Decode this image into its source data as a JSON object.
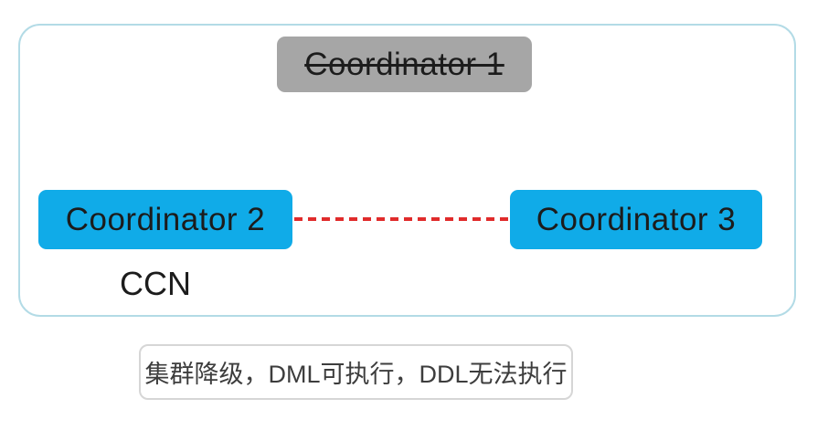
{
  "diagram": {
    "nodes": {
      "coordinator1": {
        "label": "Coordinator 1",
        "state": "failed",
        "color": "#a6a6a6",
        "text_style": "strikethrough"
      },
      "coordinator2": {
        "label": "Coordinator 2",
        "state": "active",
        "color": "#10abe8"
      },
      "coordinator3": {
        "label": "Coordinator 3",
        "state": "active",
        "color": "#10abe8"
      }
    },
    "ccn_label": "CCN",
    "link": {
      "between": [
        "Coordinator 2",
        "Coordinator 3"
      ],
      "style": "dashed",
      "color": "#e02b2b"
    },
    "caption": "集群降级，DML可执行，DDL无法执行"
  },
  "colors": {
    "container_border": "#b3dbe6",
    "node_active_bg": "#10abe8",
    "node_failed_bg": "#a6a6a6",
    "node_text": "#1c1c1c",
    "link_dash": "#e02b2b",
    "caption_border": "#d6d6d6",
    "caption_text": "#3d3d3d"
  }
}
